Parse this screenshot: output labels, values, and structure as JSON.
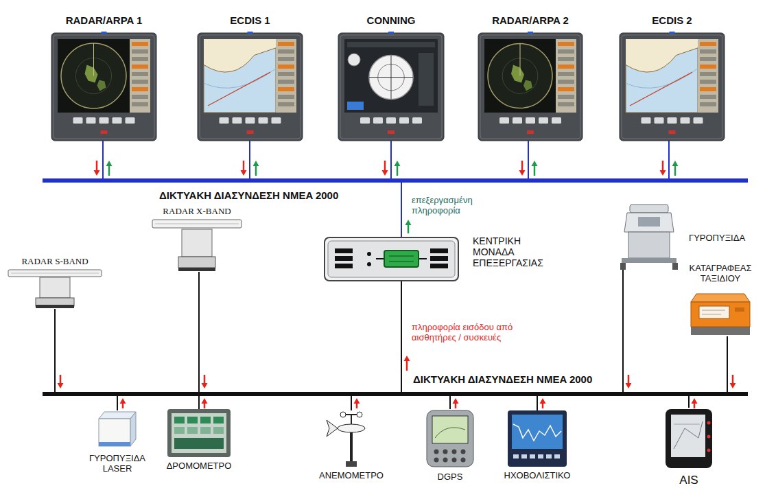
{
  "diagram": {
    "nodes": [
      {
        "text": [
          "RADAR/ARPA 1"
        ]
      },
      {
        "text": [
          "ECDIS 1"
        ]
      },
      {
        "text": [
          "CONNING"
        ]
      },
      {
        "text": [
          "RADAR/ARPA 2"
        ]
      },
      {
        "text": [
          "ECDIS 2"
        ]
      },
      {
        "text": [
          "ΔΙΚΤΥΑΚΗ ΔΙΑΣΥΝΔΕΣΗ NMEA 2000"
        ]
      },
      {
        "text": [
          "RADAR X-BAND"
        ]
      },
      {
        "text": [
          "ΚΕΝΤΡΙΚΗ ΜΟΝΑΔΑ ΕΠΕΞΕΡΓΑΣΙΑΣ"
        ]
      },
      {
        "text": [
          "ΓΥΡΟΠΥΞΙΔΑ"
        ]
      },
      {
        "text": [
          "ΚΑΤΑΓΡΑΦΕΑΣ ΤΑΞΙΔΙΟΥ"
        ]
      },
      {
        "text": [
          "RADAR S-BAND"
        ]
      },
      {
        "text": [
          "ΔΙΚΤΥΑΚΗ ΔΙΑΣΥΝΔΕΣΗ NMEA 2000"
        ]
      },
      {
        "text": [
          "ΓΥΡΟΠΥΞΙΔΑ LASER"
        ]
      },
      {
        "text": [
          "ΔΡΟΜΟΜΕΤΡΟ"
        ]
      },
      {
        "text": [
          "ΑΝΕΜΟΜΕΤΡΟ"
        ]
      },
      {
        "text": [
          "DGPS"
        ]
      },
      {
        "text": [
          "ΗΧΟΒΟΛΙΣΤΙΚΟ"
        ]
      },
      {
        "text": [
          "AIS"
        ]
      }
    ],
    "edges": [
      {
        "from": 0,
        "to": 5,
        "arrow": "both"
      },
      {
        "from": 1,
        "to": 5,
        "arrow": "both"
      },
      {
        "from": 2,
        "to": 5,
        "arrow": "both"
      },
      {
        "from": 3,
        "to": 5,
        "arrow": "both"
      },
      {
        "from": 4,
        "to": 5,
        "arrow": "both"
      },
      {
        "from": 7,
        "to": 5,
        "label": "επεξεργασμένη πληροφορία",
        "arrow": "to"
      },
      {
        "from": 11,
        "to": 7,
        "label": "πληροφορία εισόδου από αισθητήρες / συσκευές",
        "arrow": "to"
      },
      {
        "from": 10,
        "to": 11,
        "arrow": "to"
      },
      {
        "from": 6,
        "to": 11,
        "arrow": "to"
      },
      {
        "from": 8,
        "to": 11,
        "arrow": "to"
      },
      {
        "from": 9,
        "to": 11,
        "arrow": "to"
      },
      {
        "from": 12,
        "to": 11,
        "arrow": "to"
      },
      {
        "from": 13,
        "to": 11,
        "arrow": "to"
      },
      {
        "from": 14,
        "to": 11,
        "arrow": "to"
      },
      {
        "from": 15,
        "to": 11,
        "arrow": "to"
      },
      {
        "from": 16,
        "to": 11,
        "arrow": "to"
      },
      {
        "from": 17,
        "to": 11,
        "arrow": "to"
      }
    ]
  }
}
